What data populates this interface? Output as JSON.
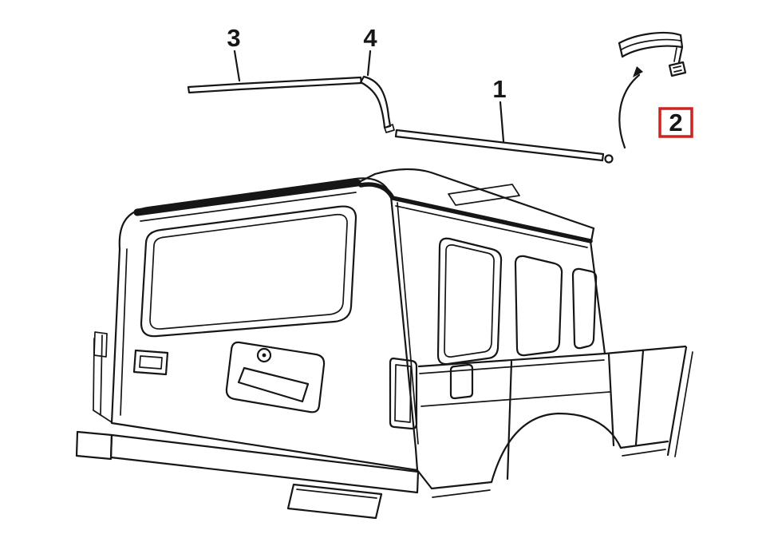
{
  "diagram": {
    "background_color": "#ffffff",
    "line_color": "#161616",
    "highlight_color": "#cc2420",
    "callouts": [
      {
        "label": "1",
        "highlighted": false
      },
      {
        "label": "2",
        "highlighted": true
      },
      {
        "label": "3",
        "highlighted": false
      },
      {
        "label": "4",
        "highlighted": false
      }
    ]
  }
}
